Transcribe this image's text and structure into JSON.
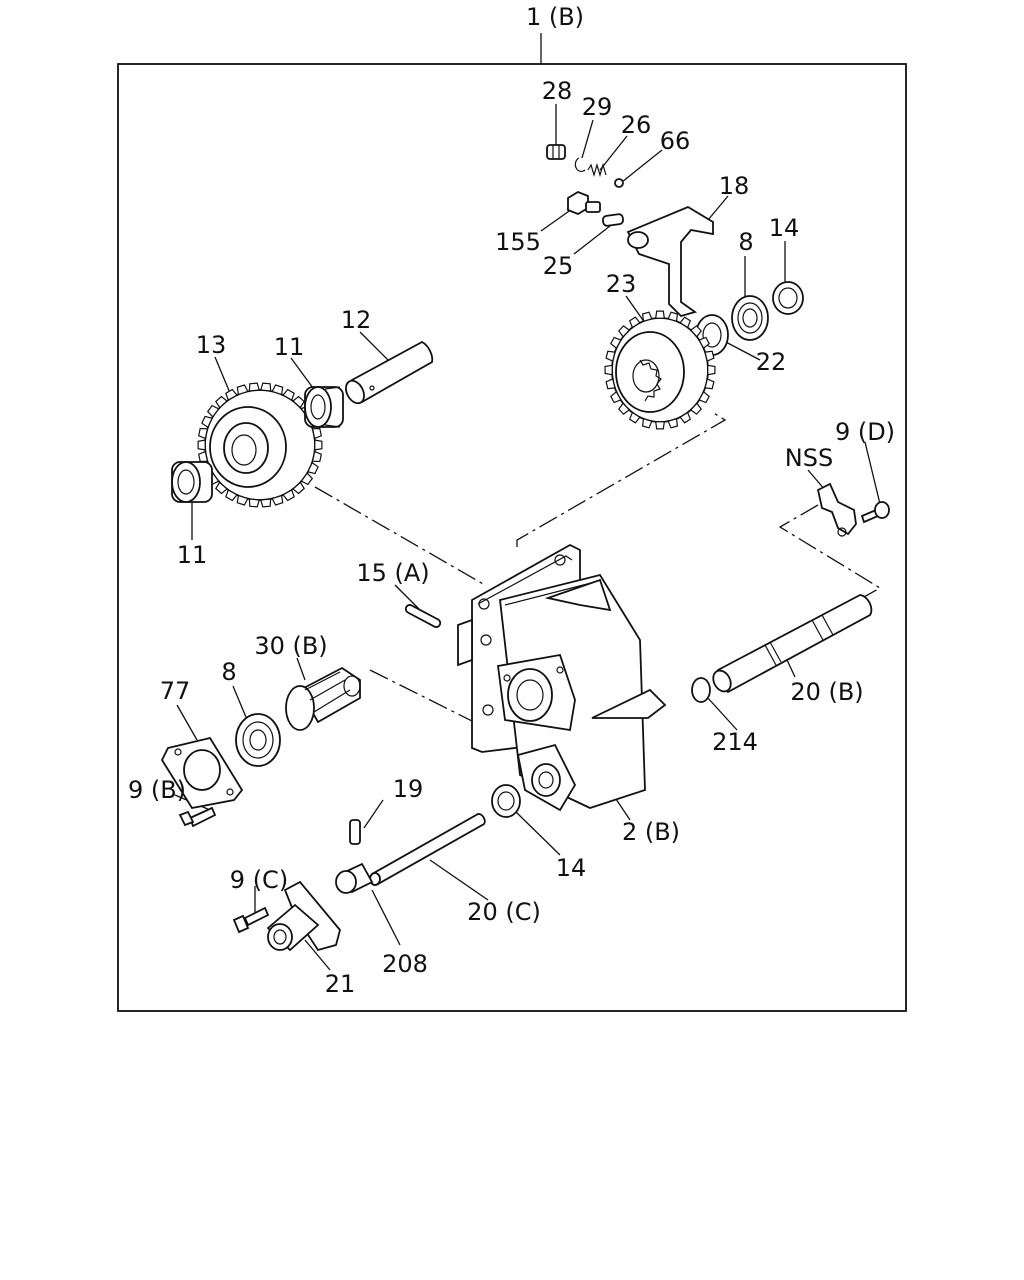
{
  "diagram": {
    "callouts": {
      "assembly": "1 (B)",
      "p28": "28",
      "p29": "29",
      "p26": "26",
      "p66": "66",
      "p18": "18",
      "p155": "155",
      "p25": "25",
      "p8_top": "8",
      "p14_top": "14",
      "p23": "23",
      "p22": "22",
      "p12": "12",
      "p13": "13",
      "p11_top": "11",
      "p11_bottom": "11",
      "nss": "NSS",
      "p9d": "9 (D)",
      "p15a": "15 (A)",
      "p30b": "30 (B)",
      "p77": "77",
      "p8_left": "8",
      "p20b": "20 (B)",
      "p214": "214",
      "p9b": "9 (B)",
      "p19": "19",
      "p14_bottom": "14",
      "p2b": "2 (B)",
      "p9c": "9 (C)",
      "p20c": "20 (C)",
      "p208": "208",
      "p21": "21"
    }
  }
}
